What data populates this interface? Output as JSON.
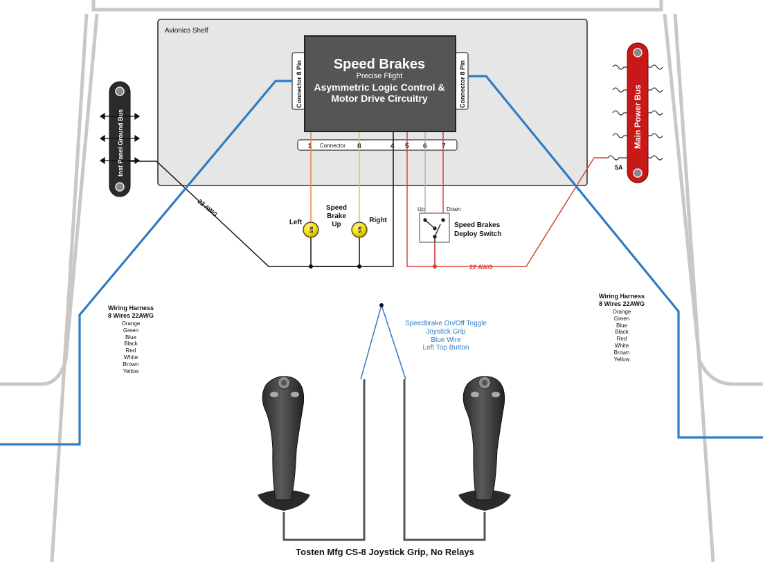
{
  "shelf": {
    "title": "Avionics Shelf"
  },
  "module": {
    "title": "Speed Brakes",
    "maker": "Precise Flight",
    "desc_line1": "Asymmetric Logic Control &",
    "desc_line2": "Motor Drive Circuitry",
    "connector_label": "Connector 8 Pin"
  },
  "connector_strip": {
    "label": "Connector",
    "pins": [
      "1",
      "8",
      "4",
      "5",
      "6",
      "7"
    ]
  },
  "ground_bus": {
    "label": "Inst Panel Ground Bus"
  },
  "power_bus": {
    "label": "Main Power Bus",
    "breaker": "5A"
  },
  "wire_gauge": {
    "ground": "22 AWG",
    "power": "22 AWG"
  },
  "lights": {
    "caption_line1": "Speed",
    "caption_line2": "Brake",
    "caption_line3": "Up",
    "left": "Left",
    "right": "Right"
  },
  "switch": {
    "up": "Up",
    "down": "Down",
    "title_line1": "Speed Brakes",
    "title_line2": "Deploy Switch"
  },
  "harness_left": {
    "title_line1": "Wiring Harness",
    "title_line2": "8 Wires 22AWG",
    "wires": [
      "Orange",
      "Green",
      "Blue",
      "Black",
      "Red",
      "White",
      "Brown",
      "Yellow"
    ]
  },
  "harness_right": {
    "title_line1": "Wiring Harness",
    "title_line2": "8 Wires 22AWG",
    "wires": [
      "Orange",
      "Green",
      "Blue",
      "Black",
      "Red",
      "White",
      "Brown",
      "Yellow"
    ]
  },
  "toggle_note": {
    "line1": "Speedbrake On/Off Toggle",
    "line2": "Joystick Grip",
    "line3": "Blue Wire",
    "line4": "Left Top Button"
  },
  "caption": "Tosten Mfg CS-8 Joystick Grip, No Relays",
  "colors": {
    "blue_wire": "#2f7bc4",
    "orange_wire": "#e8834a",
    "yellow_wire": "#e8d000",
    "red_wire": "#d9423a",
    "gray_wire": "#b0b0b0",
    "bus_red": "#c81818",
    "bus_dark": "#2b2b2b",
    "module_fill": "#555555",
    "shelf_fill": "#e6e6e6"
  }
}
